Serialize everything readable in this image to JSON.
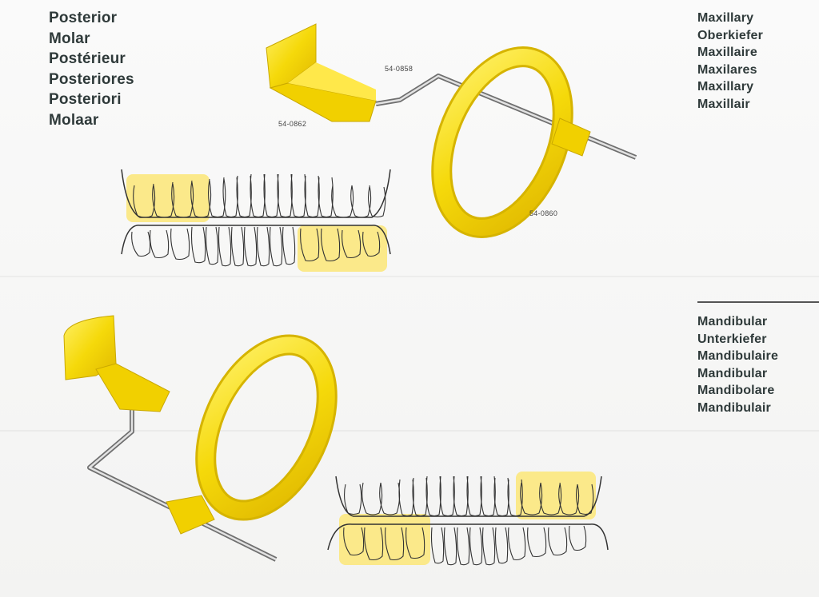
{
  "left_titles": [
    "Posterior",
    "Molar",
    "Postérieur",
    "Posteriores",
    "Posteriori",
    "Molaar"
  ],
  "maxillary_titles": [
    "Maxillary",
    "Oberkiefer",
    "Maxillaire",
    "Maxilares",
    "Maxillary",
    "Maxillair"
  ],
  "mandibular_titles": [
    "Mandibular",
    "Unterkiefer",
    "Mandibulaire",
    "Mandibular",
    "Mandibolare",
    "Mandibulair"
  ],
  "part_numbers": {
    "arm": "54-0858",
    "bite_block": "54-0862",
    "ring": "54-0860"
  },
  "colors": {
    "accent_yellow": "#f5d90a",
    "highlight_yellow": "#fbe98a",
    "text": "#2f3a3a"
  }
}
